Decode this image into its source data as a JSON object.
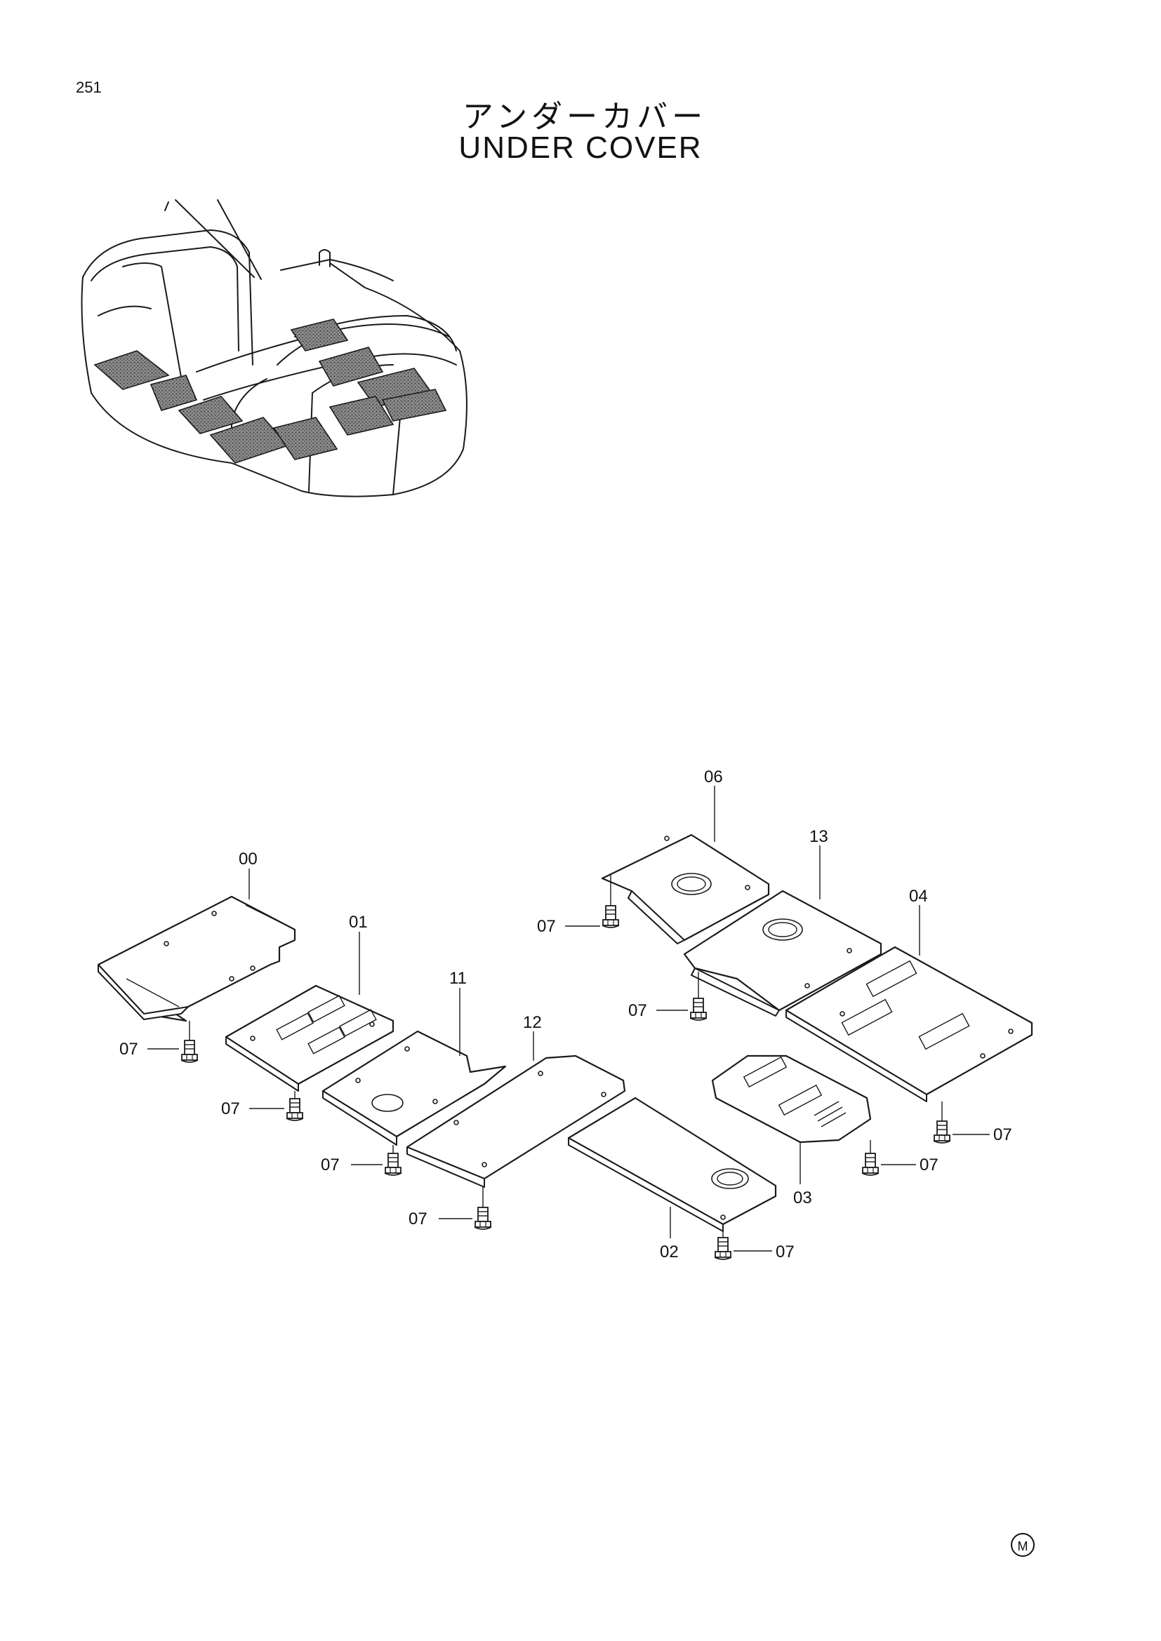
{
  "page_number": "251",
  "title_jp": "アンダーカバー",
  "title_en": "UNDER COVER",
  "mark": "M",
  "parts": {
    "p00": "00",
    "p01": "01",
    "p02": "02",
    "p03": "03",
    "p04": "04",
    "p06": "06",
    "p11": "11",
    "p12": "12",
    "p13": "13",
    "p07": "07"
  }
}
